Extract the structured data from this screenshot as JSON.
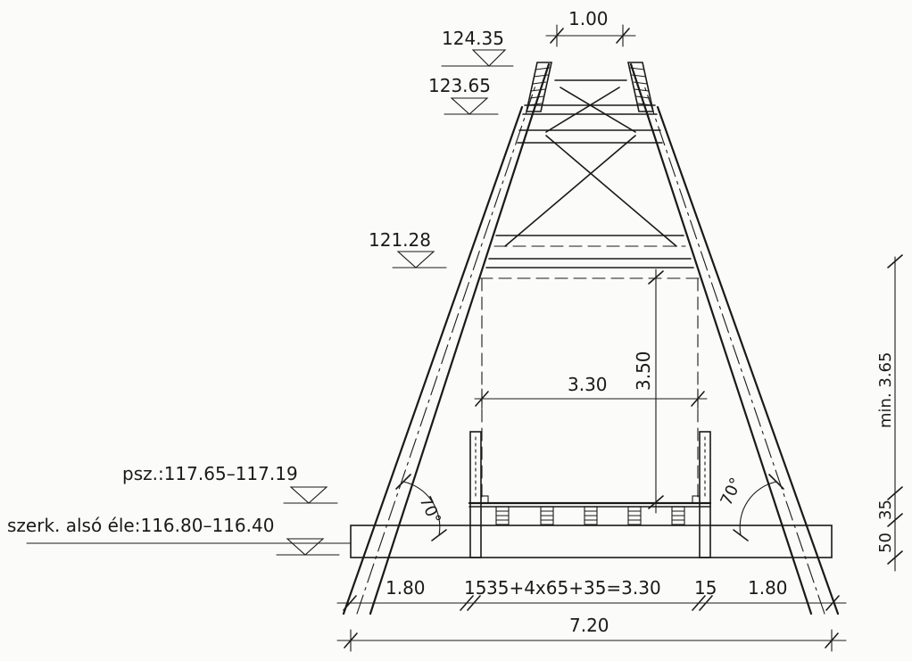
{
  "levels": {
    "top_1": "124.35",
    "top_2": "123.65",
    "mid": "121.28",
    "road": "psz.:117.65–117.19",
    "bottom": "szerk. alsó éle:116.80–116.40"
  },
  "dimensions": {
    "top_width": "1.00",
    "clear_width": "3.30",
    "clear_height": "3.50",
    "min_height": "min. 3.65",
    "small_vert_a": "50",
    "small_vert_b": "35",
    "left_span": "1.80",
    "left_small": "15",
    "deck_formula": "35+4x65+35=3.30",
    "right_small": "15",
    "right_span": "1.80",
    "total_width": "7.20",
    "angle_left": "70°",
    "angle_right": "70°"
  }
}
